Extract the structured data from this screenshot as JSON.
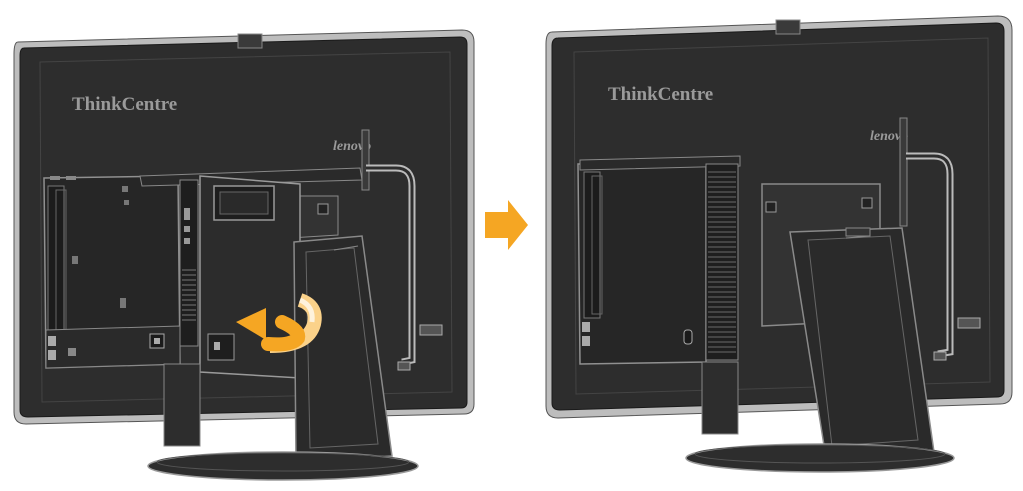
{
  "panels": [
    {
      "id": "before",
      "brand_label": "ThinkCentre",
      "logo_label": "lenovo"
    },
    {
      "id": "after",
      "brand_label": "ThinkCentre",
      "logo_label": "lenovo"
    }
  ],
  "colors": {
    "bezel": "#bfbfbf",
    "panel": "#2e2e2e",
    "panel_dark": "#1e1e1e",
    "line": "#8a8a8a",
    "arrow": "#f5a623",
    "arrow_highlight": "#fbd28a"
  },
  "icons": {
    "step_arrow": "arrow-right-icon",
    "rotate_arrow": "rotate-arrow-icon"
  }
}
